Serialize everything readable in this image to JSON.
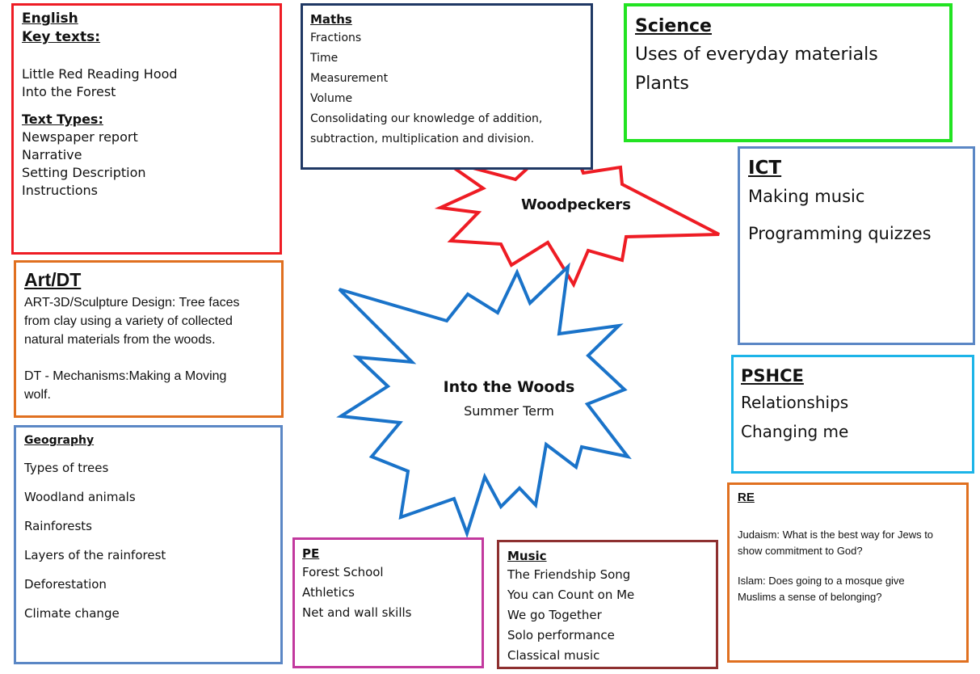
{
  "english": {
    "title": "English",
    "key_texts_heading": "Key texts:",
    "key_texts": [
      "Little Red Reading Hood",
      "Into the Forest"
    ],
    "text_types_heading": "Text Types:",
    "text_types": [
      "Newspaper report",
      "Narrative",
      "Setting Description",
      "Instructions"
    ]
  },
  "maths": {
    "title": "Maths",
    "items": [
      "Fractions",
      "Time",
      "Measurement",
      "Volume",
      "Consolidating our knowledge of addition,",
      "subtraction, multiplication and division."
    ]
  },
  "science": {
    "title": "Science",
    "items": [
      "Uses of everyday materials",
      "Plants"
    ]
  },
  "ict": {
    "title": "ICT",
    "items": [
      "Making music",
      "Programming quizzes"
    ]
  },
  "art": {
    "title": "Art/DT",
    "lines": [
      "ART-3D/Sculpture Design: Tree faces",
      "from clay using a variety of collected",
      "natural materials from the woods."
    ],
    "lines2": [
      "DT - Mechanisms:Making a Moving",
      "wolf."
    ]
  },
  "pshce": {
    "title": "PSHCE",
    "items": [
      "Relationships",
      "Changing me"
    ]
  },
  "geography": {
    "title": "Geography",
    "items": [
      "Types of trees",
      "Woodland animals",
      "Rainforests",
      "Layers of the rainforest",
      "Deforestation",
      "Climate change"
    ]
  },
  "re": {
    "title": "RE",
    "para1": [
      "Judaism: What is the best way for Jews to",
      "show commitment to God?"
    ],
    "para2": [
      "Islam: Does going to a mosque give",
      "Muslims a sense of belonging?"
    ]
  },
  "pe": {
    "title": "PE",
    "items": [
      "Forest School",
      "Athletics",
      "Net and wall skills"
    ]
  },
  "music": {
    "title": "Music",
    "items": [
      "The Friendship Song",
      "You can Count on Me",
      "We go Together",
      "Solo performance",
      "Classical music"
    ]
  },
  "class_star": {
    "label": "Woodpeckers"
  },
  "topic_star": {
    "title": "Into the Woods",
    "subtitle": "Summer Term"
  },
  "colors": {
    "english": "#ee1c24",
    "maths": "#1f3864",
    "science": "#22e322",
    "ict": "#5b87c5",
    "art": "#e07020",
    "pshce": "#1cb4e8",
    "geography": "#5b87c5",
    "re": "#e07020",
    "pe": "#c2399e",
    "music": "#8e3030",
    "class_star": "#ee1c24",
    "topic_star": "#1a73c9"
  }
}
